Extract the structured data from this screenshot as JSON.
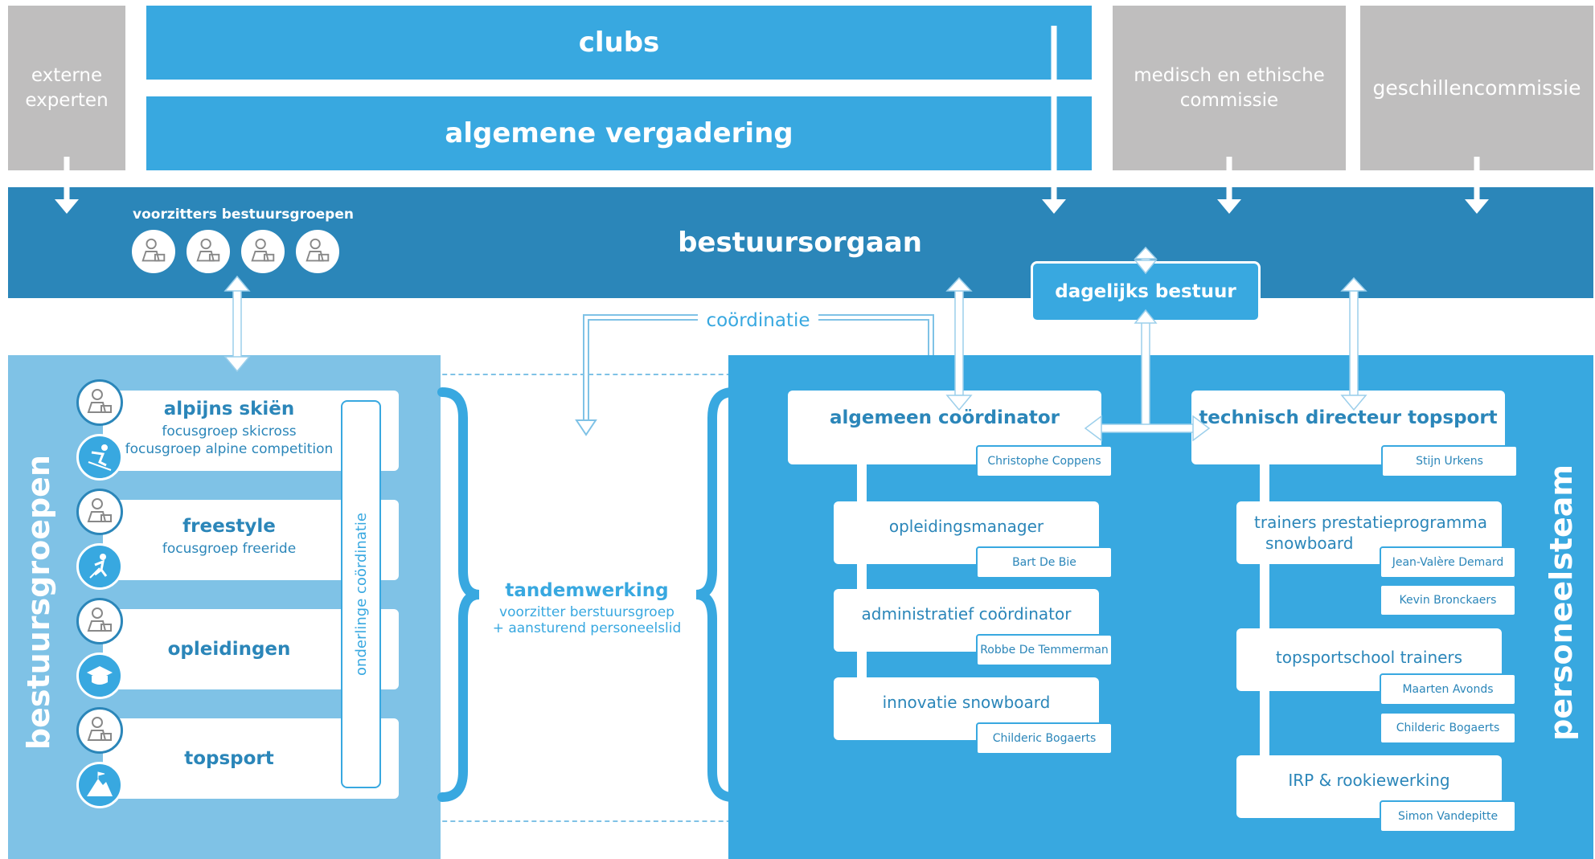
{
  "top": {
    "clubs": "clubs",
    "algemene_vergadering": "algemene vergadering",
    "externe_experten": "externe experten",
    "medisch": "medisch en ethische commissie",
    "geschillen": "geschillencommissie"
  },
  "band": {
    "title": "bestuursorgaan",
    "voorzitters": "voorzitters bestuursgroepen",
    "dagelijks": "dagelijks bestuur"
  },
  "middle": {
    "coordinatie": "coördinatie",
    "tandem_title": "tandemwerking",
    "tandem_line1": "voorzitter berstuursgroep",
    "tandem_line2": "+ aansturend personeelslid"
  },
  "left": {
    "vertical_label": "bestuursgroepen",
    "onderlinge": "onderlinge coördinatie",
    "groups": [
      {
        "title": "alpijns skiën",
        "sub1": "focusgroep skicross",
        "sub2": "focusgroep alpine competition",
        "icon": "skier-icon"
      },
      {
        "title": "freestyle",
        "sub1": "focusgroep freeride",
        "sub2": "",
        "icon": "freestyle-skier-icon"
      },
      {
        "title": "opleidingen",
        "sub1": "",
        "sub2": "",
        "icon": "graduation-cap-icon"
      },
      {
        "title": "topsport",
        "sub1": "",
        "sub2": "",
        "icon": "mountain-flag-icon"
      }
    ]
  },
  "right": {
    "vertical_label": "personeelsteam",
    "algemeen": {
      "title": "algemeen coördinator",
      "name": "Christophe Coppens"
    },
    "technisch": {
      "title": "technisch directeur topsport",
      "name": "Stijn Urkens"
    },
    "left_items": [
      {
        "title": "opleidingsmanager",
        "names": [
          "Bart De Bie"
        ]
      },
      {
        "title": "administratief coördinator",
        "names": [
          "Robbe De Temmerman"
        ]
      },
      {
        "title": "innovatie snowboard",
        "names": [
          "Childeric Bogaerts"
        ]
      }
    ],
    "right_items": [
      {
        "title1": "trainers prestatieprogramma",
        "title2": "snowboard",
        "names": [
          "Jean-Valère Demard",
          "Kevin Bronckaers"
        ]
      },
      {
        "title1": "topsportschool trainers",
        "title2": "",
        "names": [
          "Maarten Avonds",
          "Childeric Bogaerts"
        ]
      },
      {
        "title1": "IRP & rookiewerking",
        "title2": "",
        "names": [
          "Simon Vandepitte"
        ]
      }
    ]
  },
  "colors": {
    "dark_blue": "#2b86b9",
    "blue": "#38a8e0",
    "light_blue": "#7fc2e6",
    "grey": "#bfbebe"
  }
}
